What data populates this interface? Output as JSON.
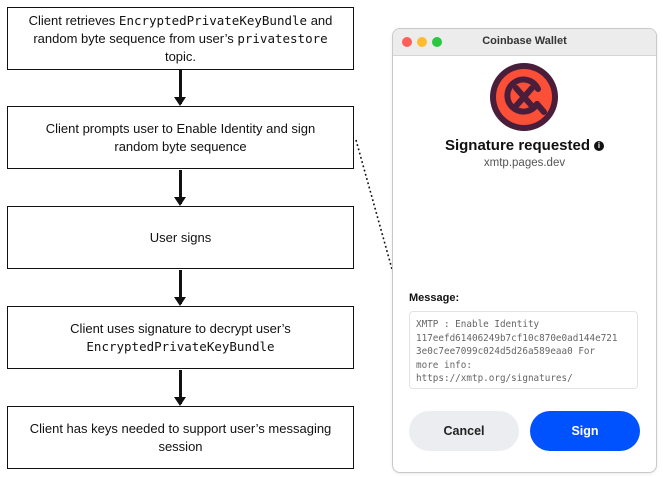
{
  "flow": {
    "steps": [
      {
        "parts": [
          "Client retrieves ",
          "EncryptedPrivateKeyBundle",
          " and random byte sequence from user’s ",
          "privatestore",
          " topic."
        ]
      },
      {
        "text": "Client prompts user to Enable Identity and sign random byte sequence"
      },
      {
        "text": "User signs"
      },
      {
        "parts": [
          "Client uses signature to decrypt user’s",
          "EncryptedPrivateKeyBundle"
        ]
      },
      {
        "text": "Client has keys needed to support user’s messaging session"
      }
    ]
  },
  "wallet": {
    "window_title": "Coinbase Wallet",
    "logo_icon": "xmtp-logo-icon",
    "heading": "Signature requested",
    "info_icon": "info-icon",
    "origin": "xmtp.pages.dev",
    "message_label": "Message:",
    "message": "XMTP : Enable Identity\n117eefd61406249b7cf10c870e0ad144e721\n3e0c7ee7099c024d5d26a589eaa0 For\nmore info:\nhttps://xmtp.org/signatures/",
    "cancel_label": "Cancel",
    "sign_label": "Sign",
    "colors": {
      "sign_button": "#0052ff",
      "logo_bg": "#fc4f37",
      "logo_ring": "#4a1e3a"
    }
  }
}
